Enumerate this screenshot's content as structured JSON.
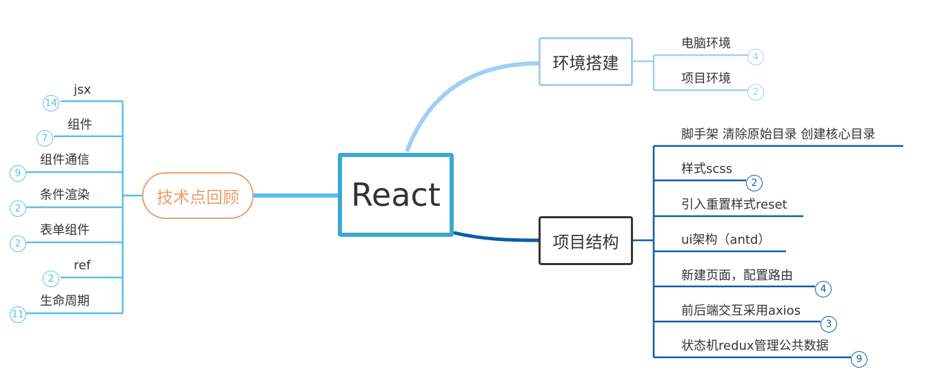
{
  "root": {
    "label": "React"
  },
  "left_branch": {
    "label": "技术点回顾",
    "items": [
      {
        "label": "jsx",
        "count": "14"
      },
      {
        "label": "组件",
        "count": "7"
      },
      {
        "label": "组件通信",
        "count": "9"
      },
      {
        "label": "条件渲染",
        "count": "2"
      },
      {
        "label": "表单组件",
        "count": "2"
      },
      {
        "label": "ref",
        "count": "2"
      },
      {
        "label": "生命周期",
        "count": "11"
      }
    ]
  },
  "env_branch": {
    "label": "环境搭建",
    "items": [
      {
        "label": "电脑环境",
        "count": "4"
      },
      {
        "label": "项目环境",
        "count": "2"
      }
    ]
  },
  "struct_branch": {
    "label": "项目结构",
    "items": [
      {
        "label": "脚手架  清除原始目录 创建核心目录",
        "count": ""
      },
      {
        "label": "样式scss",
        "count": "2"
      },
      {
        "label": "引入重置样式reset",
        "count": ""
      },
      {
        "label": "ui架构（antd）",
        "count": ""
      },
      {
        "label": "新建页面，配置路由",
        "count": "4"
      },
      {
        "label": "前后端交互采用axios",
        "count": "3"
      },
      {
        "label": "状态机redux管理公共数据",
        "count": "9"
      }
    ]
  },
  "colors": {
    "left": "#5bbde9",
    "env": "#9fcff4",
    "struct": "#0a5ea8",
    "root_border": "#3aa8d0",
    "left_node_border": "#e9a06b",
    "left_node_text": "#e9a06b"
  }
}
